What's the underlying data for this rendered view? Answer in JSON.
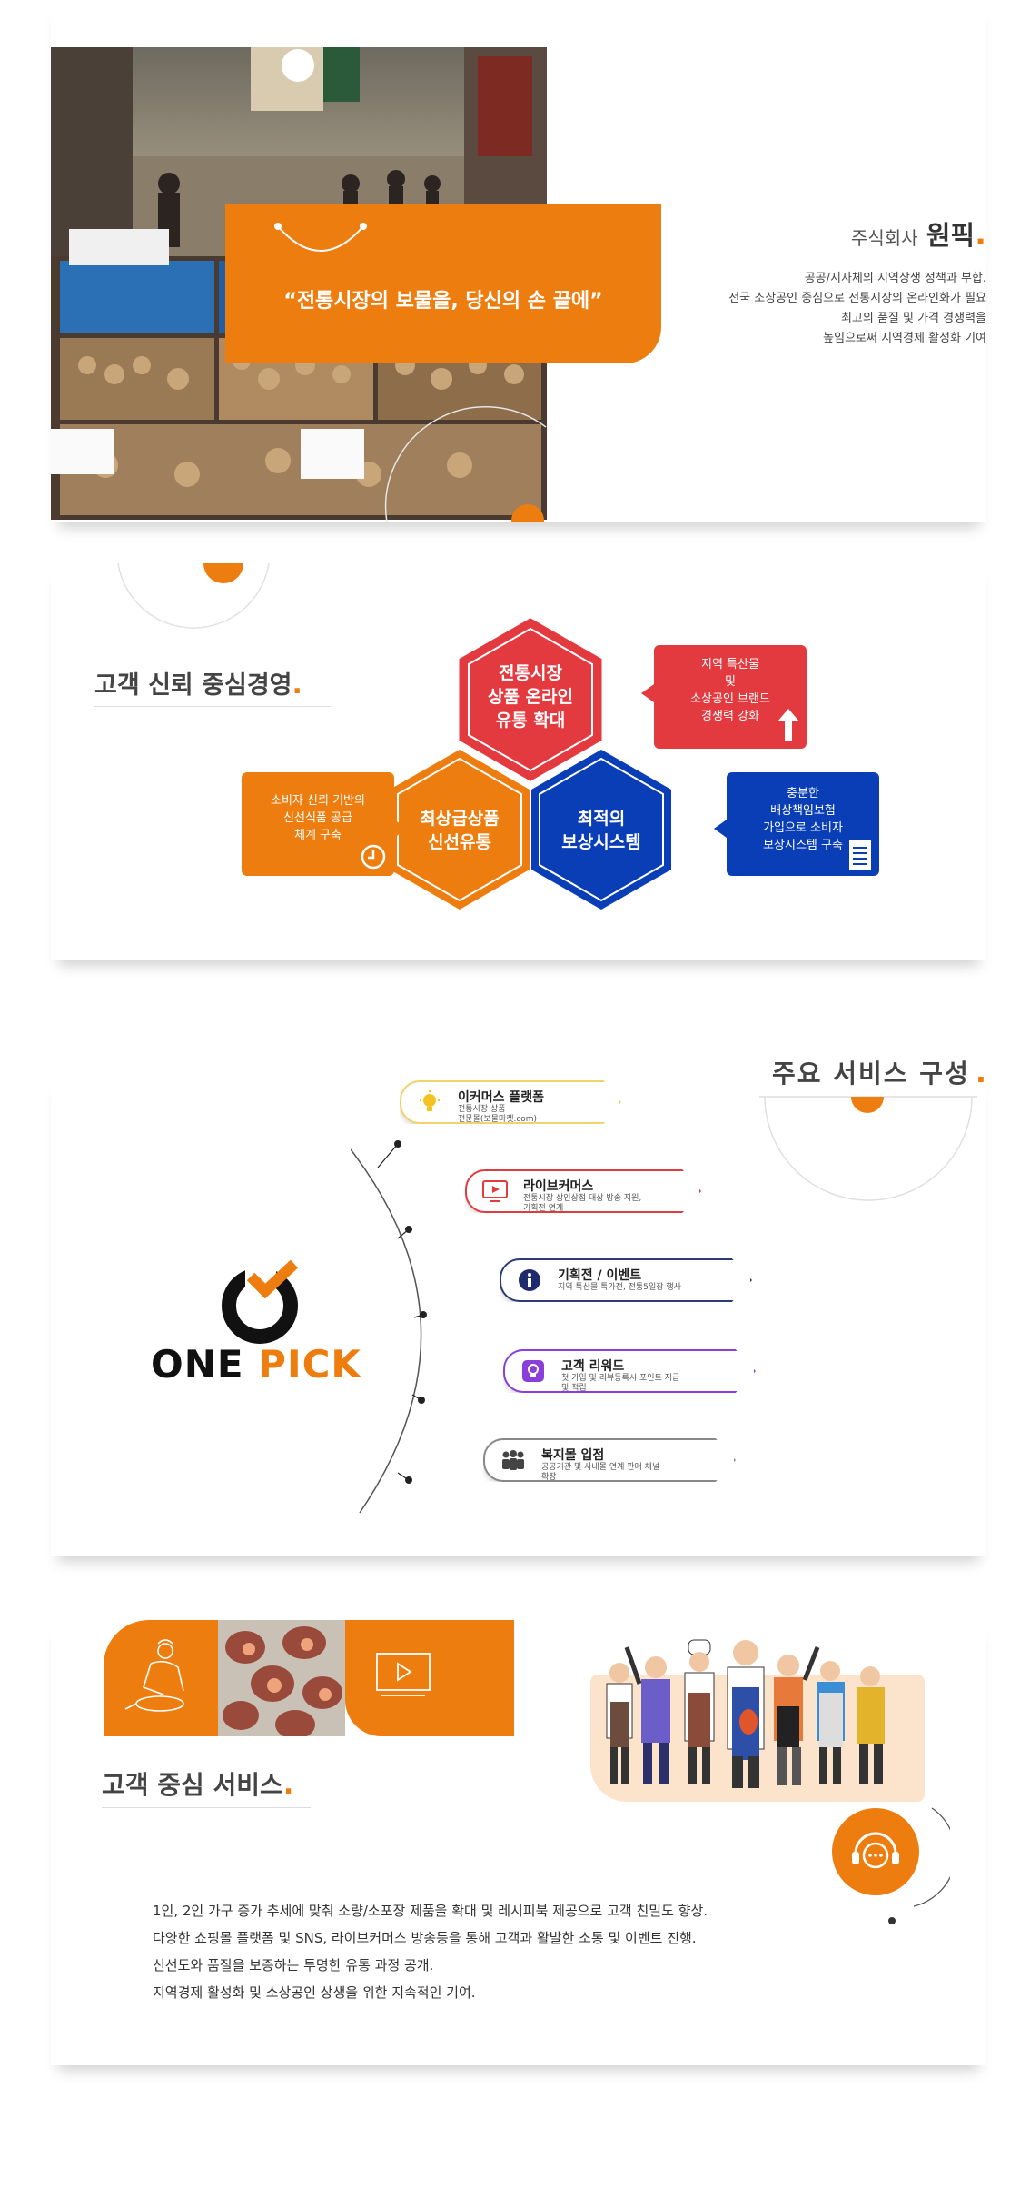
{
  "hero": {
    "slogan": "“전통시장의 보물을, 당신의 손 끝에”",
    "company_prefix": "주식회사",
    "company_name": "원픽",
    "desc_lines": [
      "공공/지자체의 지역상생 정책과 부합.",
      "전국 소상공인 중심으로 전통시장의 온라인화가 필요",
      "최고의 품질 및 가격 경쟁력을",
      "높임으로써 지역경제 활성화 기여"
    ]
  },
  "trust": {
    "title": "고객 신뢰 중심경영",
    "hex_top": "전통시장\n상품 온라인\n유통 확대",
    "hex_left": "최상급상품\n신선유통",
    "hex_right": "최적의\n보상시스템",
    "callout_top": "지역 특산물\n및\n소상공인 브랜드\n경쟁력 강화",
    "callout_left": "소비자 신뢰 기반의\n신선식품 공급\n체계 구축",
    "callout_right": "충분한\n배상책임보험\n가입으로 소비자\n보상시스템 구축",
    "colors": {
      "red": "#e33a3f",
      "orange": "#ee7d10",
      "blue": "#0a3eb6"
    }
  },
  "services": {
    "title": "주요 서비스 구성",
    "logo_one": "ONE",
    "logo_pick": "PICK",
    "items": [
      {
        "title": "이커머스 플랫폼",
        "sub": "전통시장 상품\n전문몰(보물마켓.com)",
        "icon": "lightbulb-icon"
      },
      {
        "title": "라이브커머스",
        "sub": "전통시장 상인상점 대상 방송 지원,\n기획전 연계",
        "icon": "live-video-icon"
      },
      {
        "title": "기획전 / 이벤트",
        "sub": "지역 특산물 특가전, 전통5일장 행사",
        "icon": "info-icon"
      },
      {
        "title": "고객 리워드",
        "sub": "첫 가입 및 리뷰등록시 포인트 지급\n및 적립",
        "icon": "reward-icon"
      },
      {
        "title": "복지몰 입점",
        "sub": "공공기관 및 사내몰 연계 판매 채널\n확장",
        "icon": "people-icon"
      }
    ]
  },
  "customer": {
    "title": "고객 중심 서비스",
    "lines": [
      "1인, 2인 가구 증가 추세에 맞춰 소량/소포장 제품을 확대 및 레시피북 제공으로 고객 친밀도 향상.",
      "다양한 쇼핑몰 플랫폼 및 SNS, 라이브커머스 방송등을 통해 고객과 활발한 소통 및 이벤트 진행.",
      "신선도와 품질을 보증하는 투명한 유통 과정 공개.",
      "지역경제 활성화 및 소상공인 상생을 위한 지속적인 기여."
    ]
  }
}
